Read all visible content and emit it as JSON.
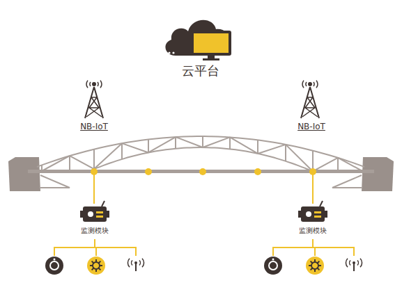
{
  "diagram": {
    "nodes": [
      {
        "text": [
          "云平台"
        ]
      },
      {
        "text": [
          "NB-IoT"
        ]
      },
      {
        "text": [
          "NB-IoT"
        ]
      },
      {
        "text": [
          "监测模块"
        ]
      },
      {
        "text": [
          "监测模块"
        ]
      }
    ]
  }
}
